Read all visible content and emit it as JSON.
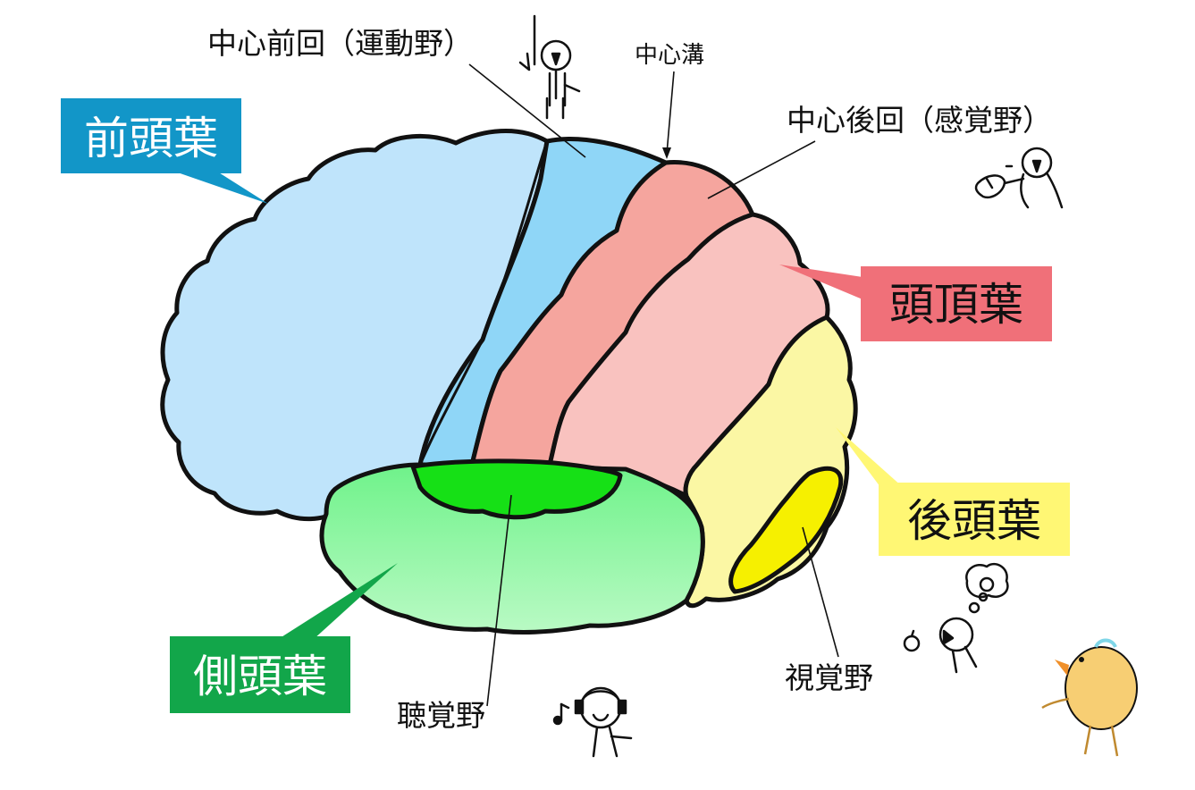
{
  "callouts": {
    "frontal": {
      "label": "前頭葉",
      "color": "#1296c8",
      "text_color": "#ffffff"
    },
    "parietal": {
      "label": "頭頂葉",
      "color": "#f07079",
      "text_color": "#111111"
    },
    "occipital": {
      "label": "後頭葉",
      "color": "#fff774",
      "text_color": "#111111"
    },
    "temporal": {
      "label": "側頭葉",
      "color": "#12a64a",
      "text_color": "#ffffff"
    }
  },
  "labels": {
    "precentral": "中心前回（運動野）",
    "central_sulcus": "中心溝",
    "postcentral": "中心後回（感覚野）",
    "auditory": "聴覚野",
    "visual": "視覚野"
  },
  "region_colors": {
    "frontal": "#bfe4fb",
    "motor": "#8fd6f7",
    "sensory": "#f5a59e",
    "parietal": "#f9c2bf",
    "occipital": "#fbf7a4",
    "visual": "#f6f000",
    "temporal": "#7df295",
    "auditory": "#16e016"
  }
}
